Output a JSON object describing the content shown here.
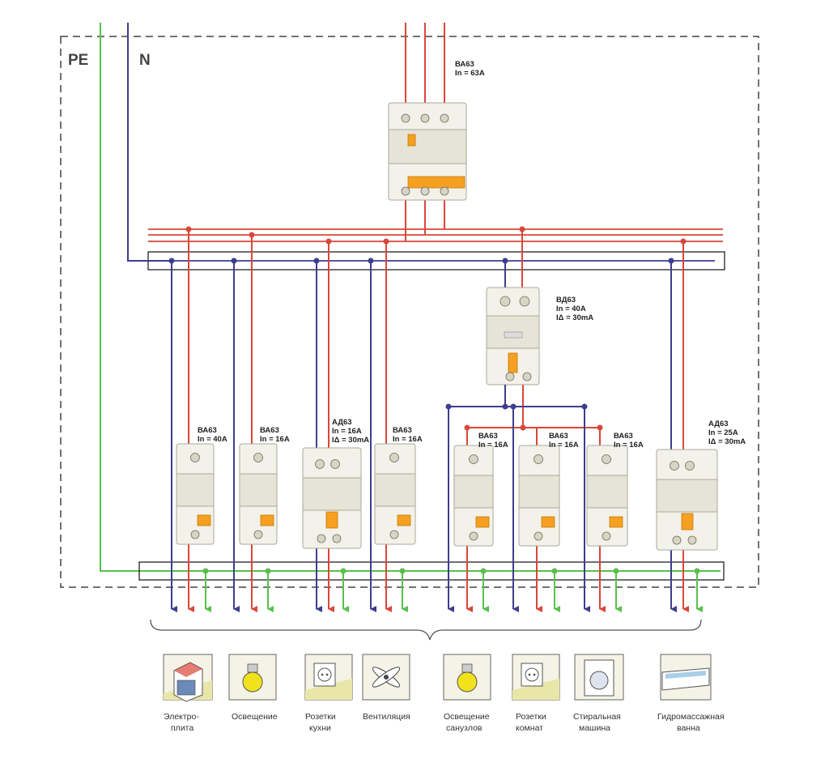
{
  "buses": {
    "pe_label": "PE",
    "n_label": "N"
  },
  "main_breaker": {
    "model": "ВА63",
    "rating": "In = 63A"
  },
  "rcd_main": {
    "model": "ВД63",
    "rating": "In = 40A",
    "leak": "IΔ = 30mA"
  },
  "breakers": [
    {
      "model": "ВА63",
      "rating": "In = 40A"
    },
    {
      "model": "ВА63",
      "rating": "In = 16A"
    },
    {
      "model": "АД63",
      "rating": "In = 16A",
      "leak": "IΔ = 30mA"
    },
    {
      "model": "ВА63",
      "rating": "In = 16A"
    },
    {
      "model": "ВА63",
      "rating": "In = 16A"
    },
    {
      "model": "ВА63",
      "rating": "In = 16A"
    },
    {
      "model": "ВА63",
      "rating": "In = 16A"
    },
    {
      "model": "АД63",
      "rating": "In = 25A",
      "leak": "IΔ = 30mA"
    }
  ],
  "loads": [
    {
      "icon": "stove-icon",
      "label1": "Электро-",
      "label2": "плита"
    },
    {
      "icon": "lightbulb-icon",
      "label1": "Освещение",
      "label2": ""
    },
    {
      "icon": "socket-icon",
      "label1": "Розетки",
      "label2": "кухни"
    },
    {
      "icon": "fan-icon",
      "label1": "Вентиляция",
      "label2": ""
    },
    {
      "icon": "lightbulb-icon",
      "label1": "Освещение",
      "label2": "санузлов"
    },
    {
      "icon": "socket-icon",
      "label1": "Розетки",
      "label2": "комнат"
    },
    {
      "icon": "washing-machine-icon",
      "label1": "Стиральная",
      "label2": "машина"
    },
    {
      "icon": "bathtub-icon",
      "label1": "Гидромассажная",
      "label2": "ванна"
    }
  ],
  "colors": {
    "phase": "#d9473a",
    "neutral": "#3d3d8f",
    "pe": "#59c14b",
    "boundary": "#444444"
  }
}
